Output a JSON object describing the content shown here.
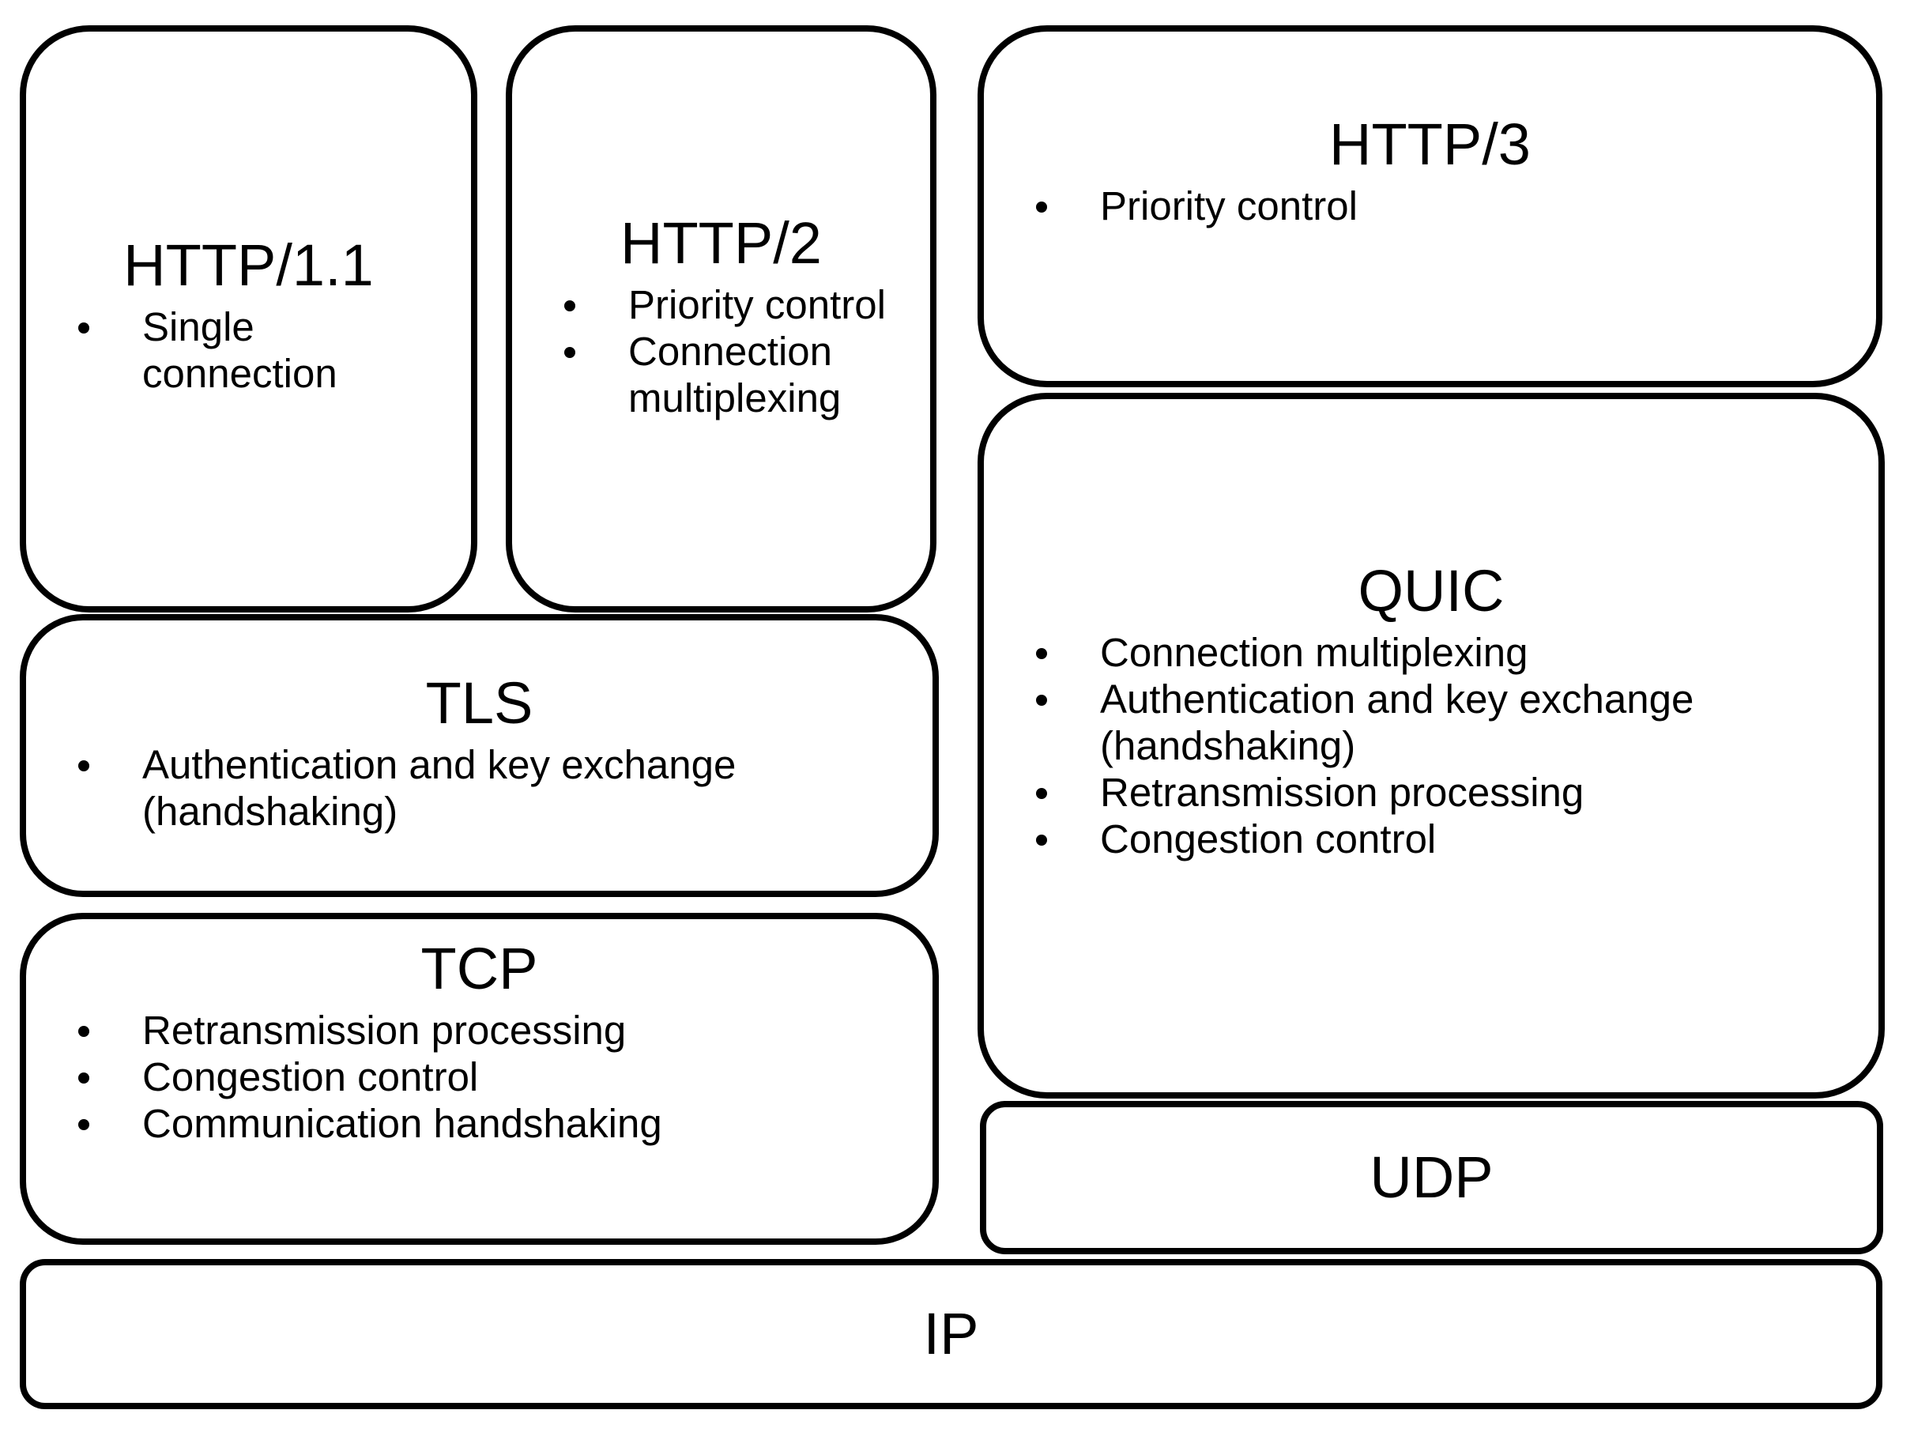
{
  "diagram": {
    "description": "HTTP protocol stack layers",
    "background": "#ffffff",
    "stroke_color": "#000000",
    "text_color": "#000000"
  },
  "boxes": {
    "http11": {
      "title": "HTTP/1.1",
      "bullets": [
        "Single\nconnection"
      ]
    },
    "http2": {
      "title": "HTTP/2",
      "bullets": [
        "Priority control",
        "Connection\nmultiplexing"
      ]
    },
    "http3": {
      "title": "HTTP/3",
      "bullets": [
        "Priority control"
      ]
    },
    "tls": {
      "title": "TLS",
      "bullets": [
        "Authentication and key exchange\n(handshaking)"
      ]
    },
    "tcp": {
      "title": "TCP",
      "bullets": [
        "Retransmission processing",
        "Congestion control",
        "Communication handshaking"
      ]
    },
    "quic": {
      "title": "QUIC",
      "bullets": [
        "Connection multiplexing",
        "Authentication and key exchange\n(handshaking)",
        "Retransmission processing",
        "Congestion control"
      ]
    },
    "udp": {
      "title": "UDP",
      "bullets": []
    },
    "ip": {
      "title": "IP",
      "bullets": []
    }
  }
}
